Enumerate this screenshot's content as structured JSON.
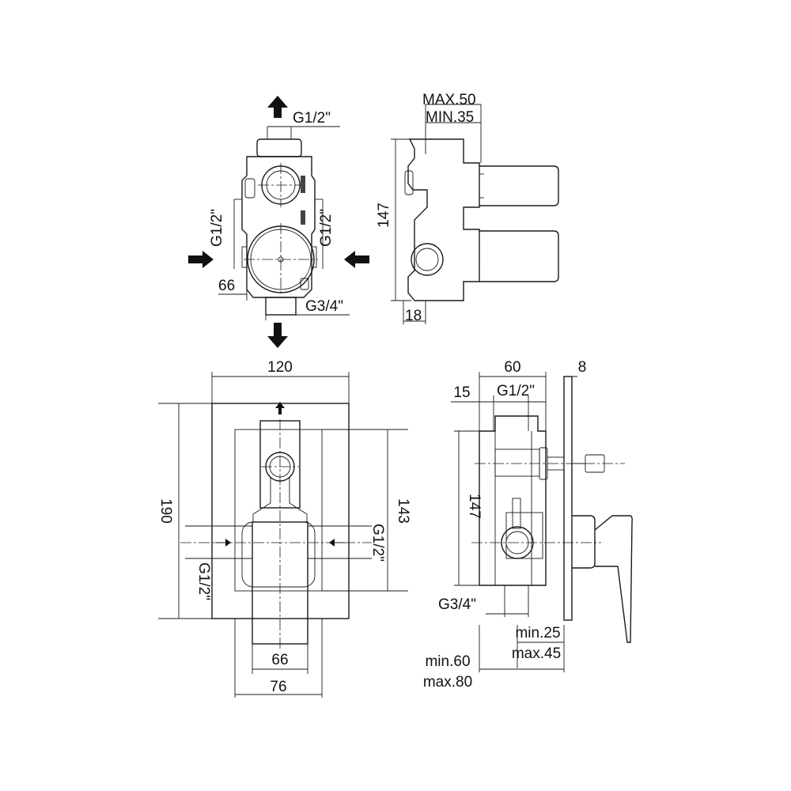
{
  "top_left_view": {
    "outlet_top": "G1/2\"",
    "inlet_left": "G1/2\"",
    "inlet_right": "G1/2\"",
    "width_66": "66",
    "outlet_bottom": "G3/4\""
  },
  "top_right_view": {
    "depth_max": "MAX.50",
    "depth_min": "MIN.35",
    "height": "147",
    "offset": "18"
  },
  "bottom_left_view": {
    "plate_width": "120",
    "plate_height": "190",
    "body_height": "143",
    "inlet_left": "G1/2\"",
    "inlet_right": "G1/2\"",
    "width_66": "66",
    "width_76": "76"
  },
  "bottom_right_view": {
    "depth_60": "60",
    "plate_8": "8",
    "offset_15": "15",
    "outlet_top": "G1/2\"",
    "height_147": "147",
    "outlet_bottom": "G3/4\"",
    "min_25": "min.25",
    "max_45": "max.45",
    "min_60": "min.60",
    "max_80": "max.80"
  }
}
